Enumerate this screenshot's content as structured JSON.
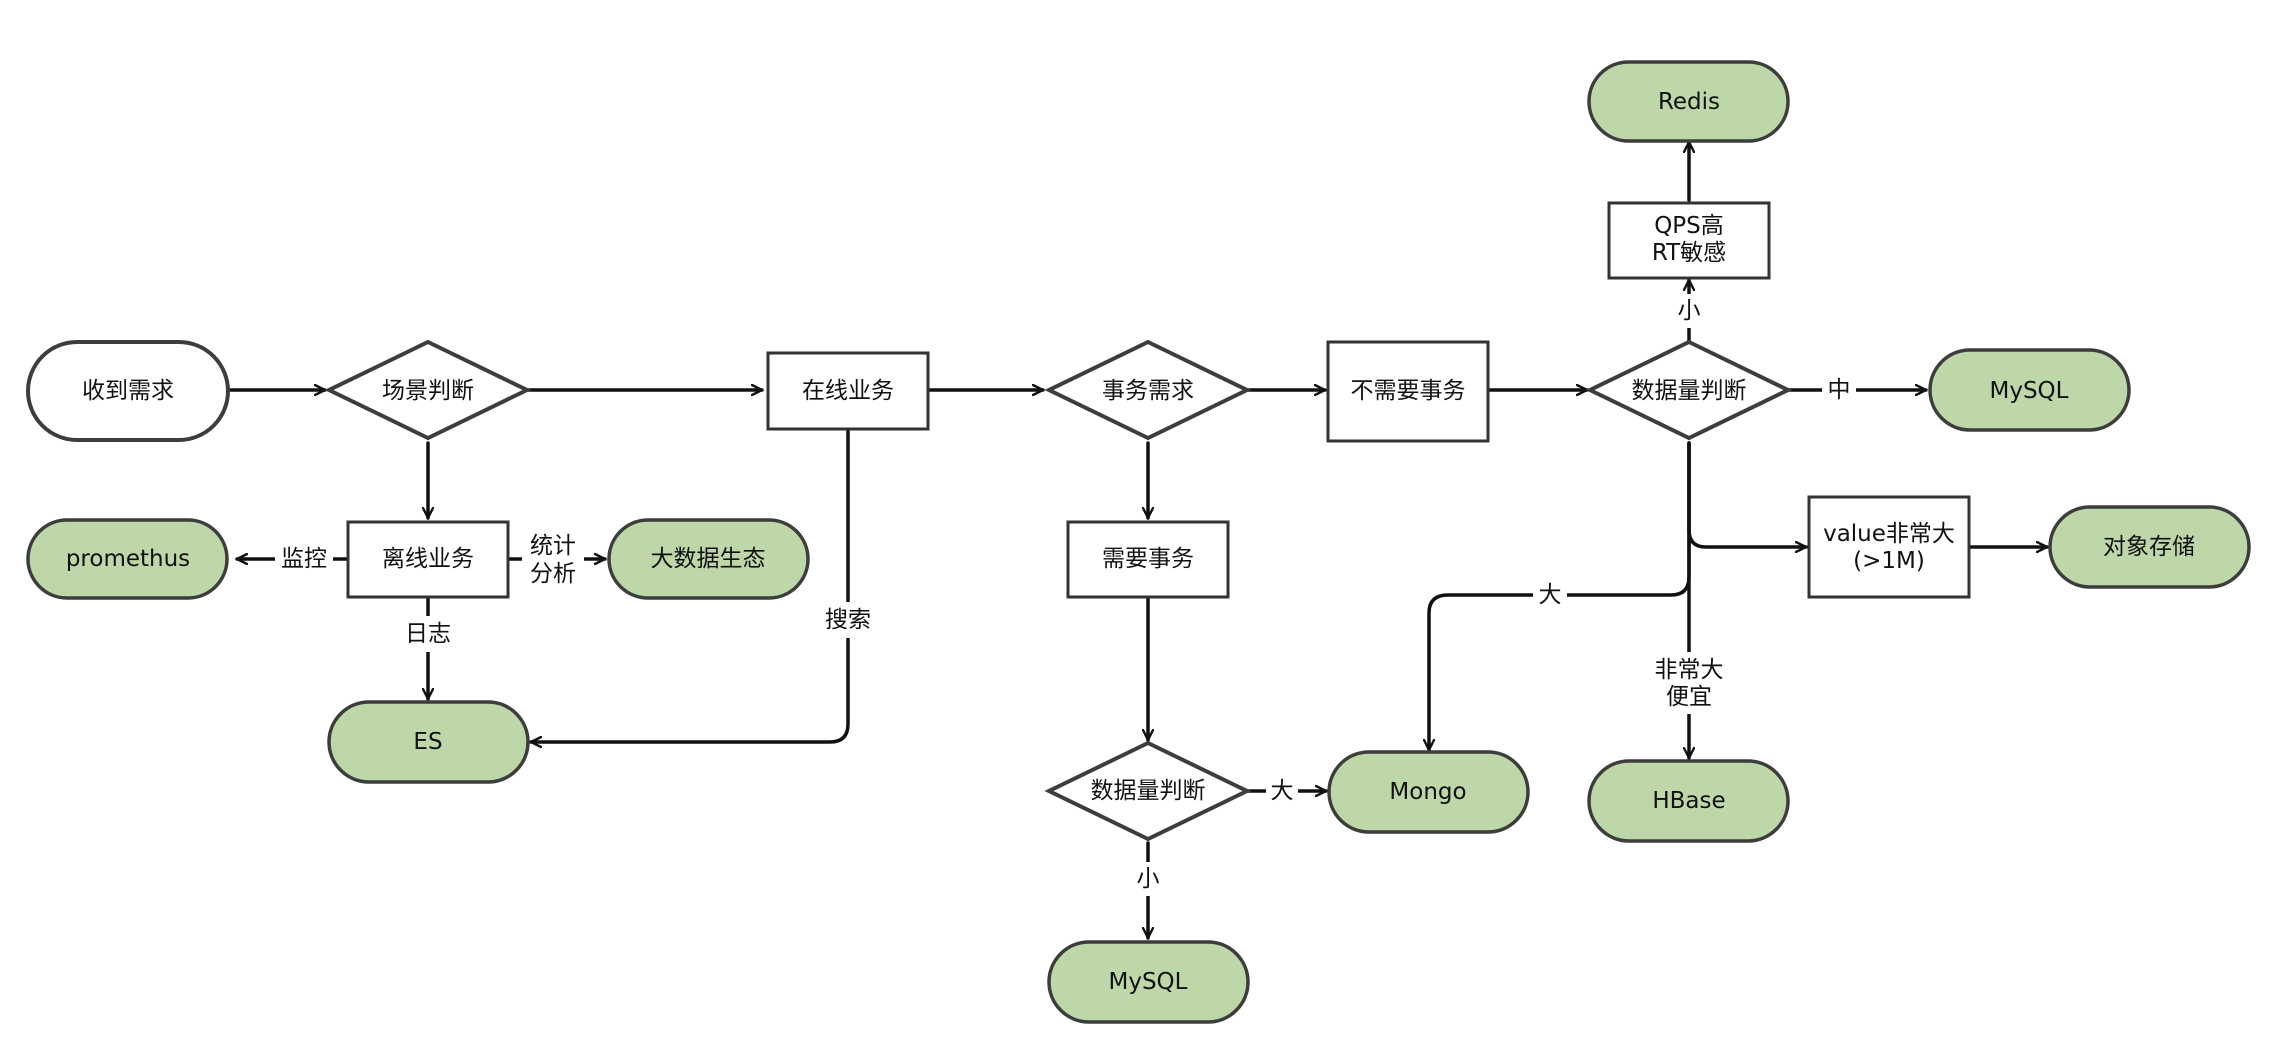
{
  "colors": {
    "stroke": "#333333",
    "text": "#111111",
    "terminal_fill": "#bdd7a8",
    "node_fill": "#ffffff",
    "background": "#ffffff"
  },
  "nodes": {
    "receive_request": "收到需求",
    "scenario_decision": "场景判断",
    "online_business": "在线业务",
    "offline_business": "离线业务",
    "transaction_decision": "事务需求",
    "no_transaction": "不需要事务",
    "need_transaction": "需要事务",
    "volume_decision_top": "数据量判断",
    "volume_decision_bottom": "数据量判断",
    "qps_rt_line1": "QPS高",
    "qps_rt_line2": "RT敏感",
    "large_value_line1": "value非常大",
    "large_value_line2": "(>1M)",
    "redis": "Redis",
    "mysql_right": "MySQL",
    "object_storage": "对象存储",
    "mongo": "Mongo",
    "hbase": "HBase",
    "mysql_bottom": "MySQL",
    "es": "ES",
    "prometheus": "promethus",
    "big_data": "大数据生态"
  },
  "edge_labels": {
    "monitor": "监控",
    "stats_line1": "统计",
    "stats_line2": "分析",
    "log": "日志",
    "search": "搜索",
    "small_top": "小",
    "medium": "中",
    "large_top": "大",
    "very_large_cheap_line1": "非常大",
    "very_large_cheap_line2": "便宜",
    "large_bottom": "大",
    "small_bottom": "小"
  }
}
